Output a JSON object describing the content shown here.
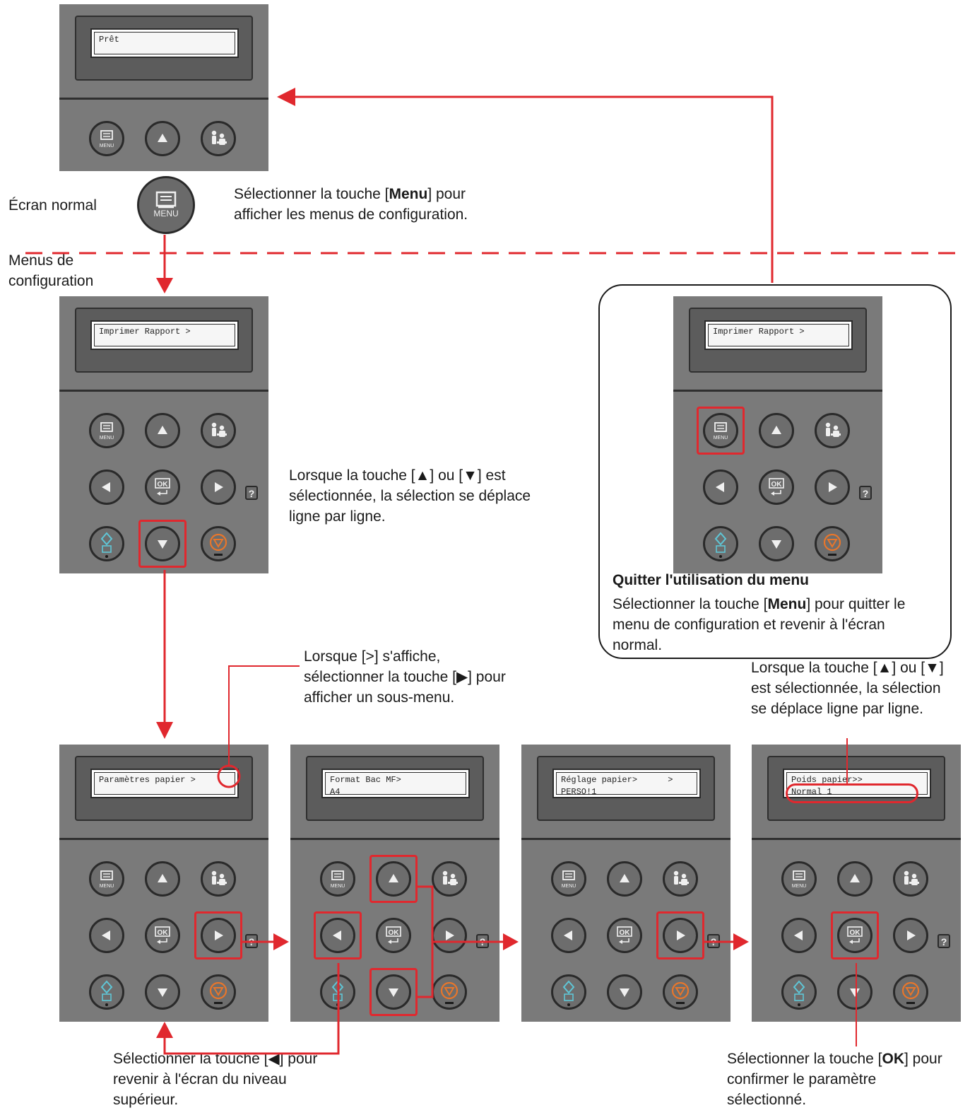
{
  "labels": {
    "normal_screen": "Écran normal",
    "config_menus": "Menus de\nconfiguration",
    "menu_key_word": "MENU"
  },
  "captions": {
    "menu_select_pre": "Sélectionner la touche [",
    "menu_select_key": "Menu",
    "menu_select_post": "] pour\nafficher les menus de configuration.",
    "updown_line": "Lorsque la touche [▲] ou [▼] est\nsélectionnée, la sélection se déplace\nligne par ligne.",
    "submenu": "Lorsque [>] s'affiche,\nsélectionner la touche [▶] pour\nafficher un sous-menu.",
    "updown_right": "Lorsque la touche [▲] ou [▼]\nest sélectionnée, la sélection\nse déplace ligne par ligne.",
    "back_level": "Sélectionner la touche [◀] pour\nrevenir à l'écran du niveau\nsupérieur.",
    "ok_pre": "Sélectionner la touche [",
    "ok_key": "OK",
    "ok_post": "] pour\nconfirmer le paramètre\nsélectionné.",
    "quit_title": "Quitter l'utilisation du menu",
    "quit_pre": "Sélectionner la touche [",
    "quit_key": "Menu",
    "quit_post": "] pour quitter le\nmenu de configuration et revenir à l'écran\nnormal."
  },
  "screens": {
    "ready": "Prêt",
    "report_left": "Imprimer Rapport >",
    "report_right": "Imprimer Rapport >",
    "paper_settings": "Paramètres papier >",
    "mp_tray": "Format Bac MF>\nA4",
    "paper_adjust": "Réglage papier>      >\nPERSO!1",
    "paper_weight": "Poids papier>>\nNormal 1"
  },
  "colors": {
    "accent": "#e0282e",
    "panel": "#7a7a7a",
    "button_border": "#2a2a2a",
    "stop_orange": "#e8762b",
    "start_cyan": "#5fc6d6"
  },
  "icons": [
    "menu-icon",
    "up-arrow-icon",
    "down-arrow-icon",
    "left-arrow-icon",
    "right-arrow-icon",
    "ok-enter-icon",
    "user-icon",
    "start-icon",
    "stop-icon",
    "help-icon"
  ]
}
